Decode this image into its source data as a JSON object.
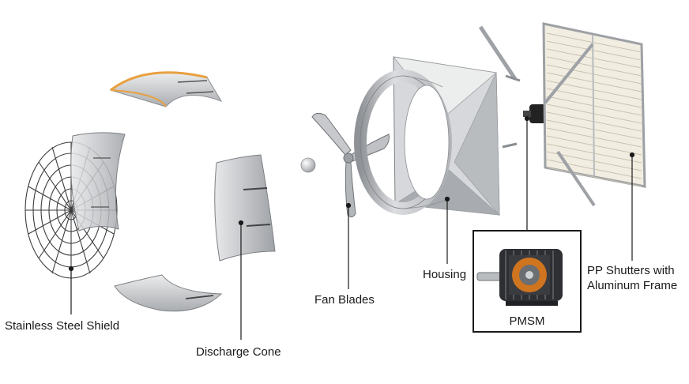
{
  "labels": {
    "shield": "Stainless Steel Shield",
    "cone": "Discharge Cone",
    "blades": "Fan Blades",
    "housing": "Housing",
    "motor": "PMSM",
    "shutters_line1": "PP Shutters with",
    "shutters_line2": "Aluminum Frame"
  },
  "colors": {
    "line": "#1a1a1a",
    "panel": "#c9cbce",
    "panel_light": "#e4e5e7",
    "panel_dark": "#9a9da1",
    "edge": "#e8a040",
    "shutter": "#f1ede1",
    "frame": "#b8bbbf",
    "motor_orange": "#e07a1c"
  }
}
